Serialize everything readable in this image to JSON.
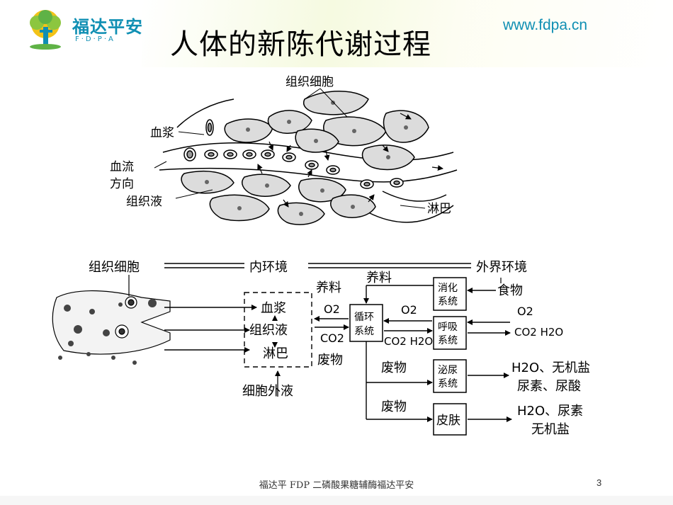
{
  "logo": {
    "name": "福达平安",
    "tagline": "F·D·P·A"
  },
  "website": "www.fdpa.cn",
  "title": "人体的新陈代谢过程",
  "top_diagram": {
    "labels": {
      "tissue_cell": "组织细胞",
      "plasma": "血浆",
      "flow_line1": "血流",
      "flow_line2": "方向",
      "tissue_fluid": "组织液",
      "lymph": "淋巴"
    }
  },
  "flow_diagram": {
    "tissue_cell": "组织细胞",
    "internal_env": "内环境",
    "external_env": "外界环境",
    "plasma": "血浆",
    "tissue_fluid": "组织液",
    "lymph": "淋巴",
    "extracellular_fluid": "细胞外液",
    "nutrients_left": "养料",
    "nutrients_top": "养料",
    "o2_left": "O2",
    "co2_left": "CO2",
    "waste_left": "废物",
    "circulatory_line1": "循环",
    "circulatory_line2": "系统",
    "o2_mid": "O2",
    "co2_h2o_mid": "CO2 H2O",
    "waste1": "废物",
    "waste2": "废物",
    "digestive_line1": "消化",
    "digestive_line2": "系统",
    "respiratory_line1": "呼吸",
    "respiratory_line2": "系统",
    "urinary_line1": "泌尿",
    "urinary_line2": "系统",
    "skin": "皮肤",
    "food": "食物",
    "o2_right": "O2",
    "co2_h2o_right": "CO2 H2O",
    "urine_line1": "H2O、无机盐",
    "urine_line2": "尿素、尿酸",
    "sweat_line1": "H2O、尿素",
    "sweat_line2": "无机盐"
  },
  "footer": {
    "text": "福达平 FDP 二磷酸果糖辅酶福达平安",
    "page": "3"
  }
}
